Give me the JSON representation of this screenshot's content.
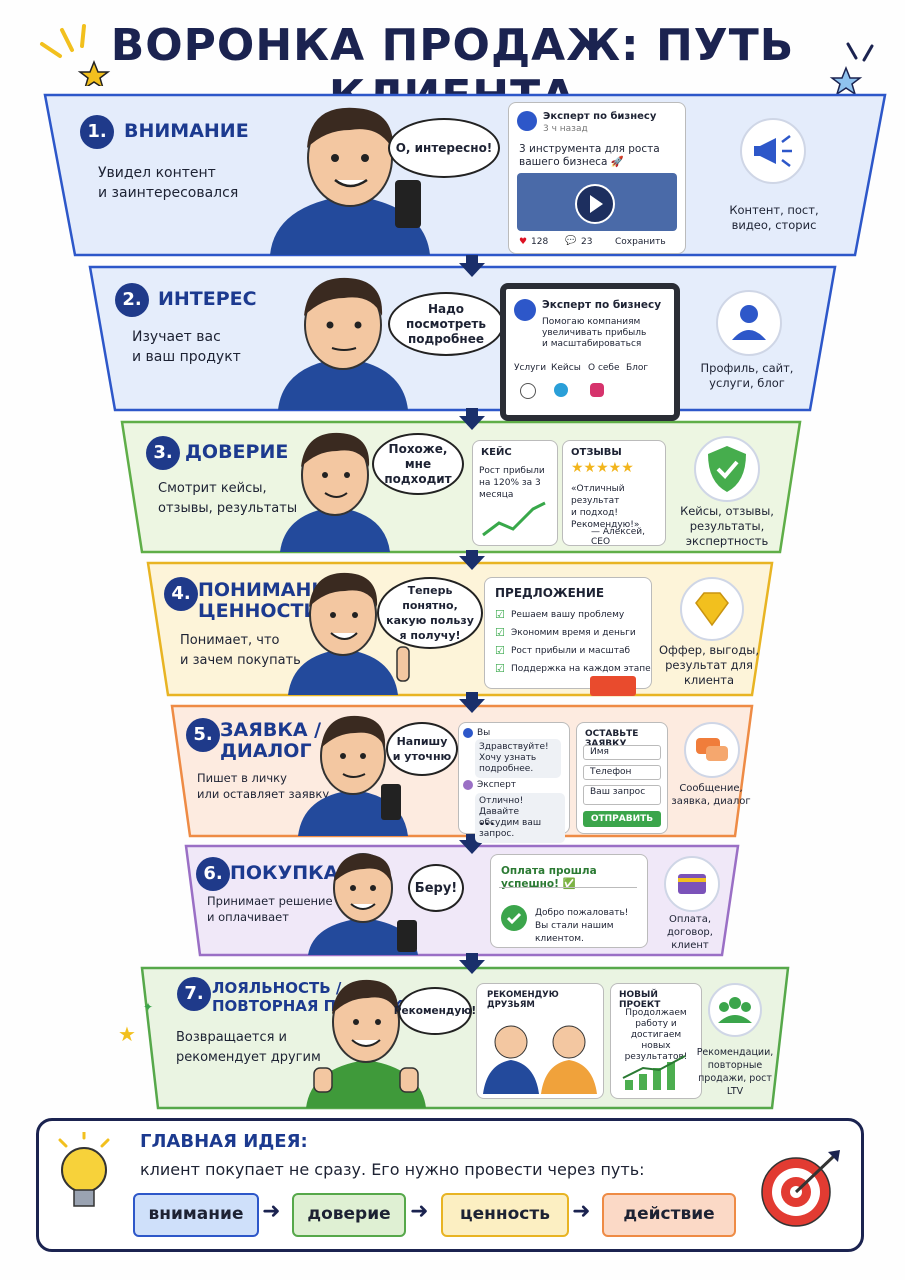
{
  "title": "ВОРОНКА ПРОДАЖ: ПУТЬ КЛИЕНТА",
  "steps": [
    {
      "num": "1.",
      "heading": "ВНИМАНИЕ",
      "desc": "Увидел контент\nи заинтересовался",
      "bubble": "О, интересно!",
      "right_label": "Контент, пост,\nвидео, сторис",
      "icon": "megaphone-icon"
    },
    {
      "num": "2.",
      "heading": "ИНТЕРЕС",
      "desc": "Изучает вас\nи ваш продукт",
      "bubble": "Надо посмотреть\nподробнее",
      "right_label": "Профиль, сайт,\nуслуги, блог",
      "icon": "user-icon"
    },
    {
      "num": "3.",
      "heading": "ДОВЕРИЕ",
      "desc": "Смотрит кейсы,\nотзывы, результаты",
      "bubble": "Похоже,\nмне подходит",
      "right_label": "Кейсы, отзывы,\nрезультаты,\nэкспертность",
      "icon": "shield-check-icon"
    },
    {
      "num": "4.",
      "heading": "ПОНИМАНИЕ\nЦЕННОСТИ",
      "desc": "Понимает, что\nи зачем покупать",
      "bubble": "Теперь понятно,\nкакую пользу\nя получу!",
      "right_label": "Оффер, выгоды,\nрезультат для\nклиента",
      "icon": "diamond-icon"
    },
    {
      "num": "5.",
      "heading": "ЗАЯВКА /\nДИАЛОГ",
      "desc": "Пишет в личку\nили оставляет заявку",
      "bubble": "Напишу\nи уточню",
      "right_label": "Сообщение,\nзаявка, диалог",
      "icon": "chat-icon"
    },
    {
      "num": "6.",
      "heading": "ПОКУПКА",
      "desc": "Принимает решение\nи оплачивает",
      "bubble": "Беру!",
      "right_label": "Оплата, договор,\nклиент",
      "icon": "card-icon"
    },
    {
      "num": "7.",
      "heading": "ЛОЯЛЬНОСТЬ /\nПОВТОРНАЯ ПРОДАЖА",
      "desc": "Возвращается и\nрекомендует другим",
      "bubble": "Рекомендую!",
      "right_label": "Рекомендации,\nповторные\nпродажи, рост LTV",
      "icon": "group-icon"
    }
  ],
  "post": {
    "author": "Эксперт по бизнесу",
    "time": "3 ч назад",
    "text": "3 инструмента для роста\nвашего бизнеса 🚀",
    "likes": "128",
    "comments": "23",
    "save": "Сохранить"
  },
  "profile": {
    "name": "Эксперт по бизнесу",
    "bio": "Помогаю компаниям\nувеличивать прибыль\nи масштабироваться",
    "tabs": [
      "Услуги",
      "Кейсы",
      "О себе",
      "Блог"
    ]
  },
  "case": {
    "title": "КЕЙС",
    "text": "Рост прибыли\nна 120% за 3 месяца"
  },
  "reviews": {
    "title": "ОТЗЫВЫ",
    "stars": "★★★★★",
    "text": "«Отличный результат\nи подход!\nРекомендую!»",
    "author": "— Алексей, CEO"
  },
  "offer": {
    "title": "ПРЕДЛОЖЕНИЕ",
    "items": [
      "Решаем вашу проблему",
      "Экономим время и деньги",
      "Рост прибыли и масштаб",
      "Поддержка на каждом этапе"
    ]
  },
  "chat": {
    "you": "Вы",
    "msg1": "Здравствуйте!\nХочу узнать\nподробнее.",
    "expert": "Эксперт",
    "msg2": "Отлично! Давайте\nобсудим ваш запрос.",
    "typing": "•••"
  },
  "form": {
    "title": "ОСТАВЬТЕ ЗАЯВКУ",
    "fields": [
      "Имя",
      "Телефон",
      "Ваш запрос"
    ],
    "button": "ОТПРАВИТЬ"
  },
  "payment": {
    "title": "Оплата прошла успешно! ✅",
    "text": "Добро пожаловать!\nВы стали нашим клиентом."
  },
  "recommend": {
    "title": "РЕКОМЕНДУЮ ДРУЗЬЯМ"
  },
  "newproject": {
    "title": "НОВЫЙ ПРОЕКТ",
    "text": "Продолжаем\nработу и достигаем\nновых результатов!"
  },
  "main_idea": {
    "title": "ГЛАВНАЯ ИДЕЯ:",
    "text": "клиент покупает не сразу. Его нужно провести через путь:",
    "path": [
      "внимание",
      "доверие",
      "ценность",
      "действие"
    ],
    "arrow": "➜"
  },
  "colors": {
    "navy": "#1b2350",
    "blue": "#2d57c9",
    "green": "#38a84a",
    "yellow": "#f2c01e",
    "orange": "#f07d3b"
  }
}
